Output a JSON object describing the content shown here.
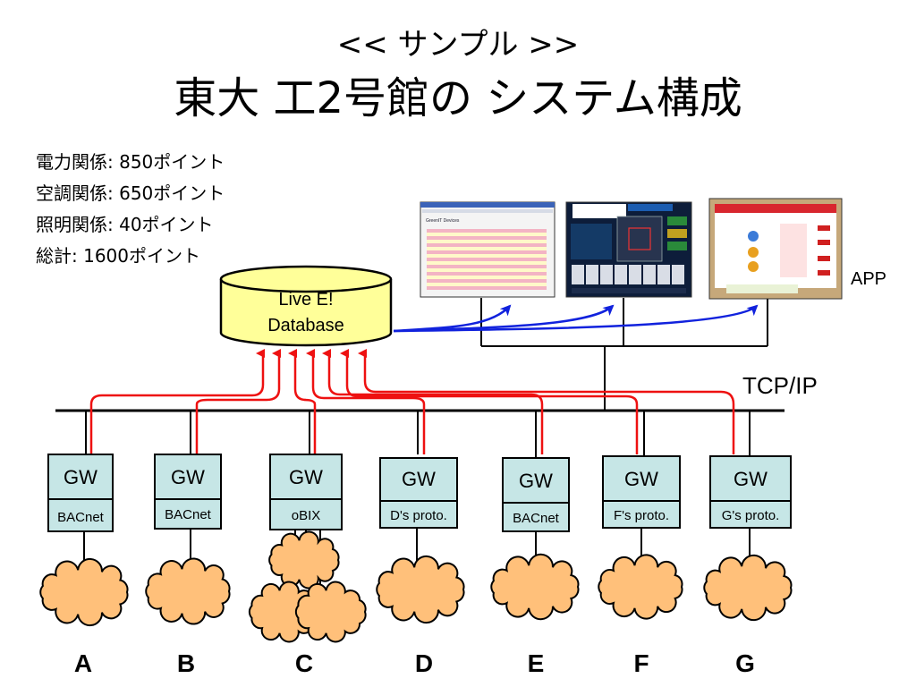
{
  "subtitle": "<< サンプル >>",
  "title": "東大 工2号館の システム構成",
  "stats": [
    "電力関係: 850ポイント",
    "空調関係: 650ポイント",
    "照明関係: 40ポイント",
    "総計: 1600ポイント"
  ],
  "database": {
    "line1": "Live E!",
    "line2": "Database"
  },
  "app_label": "APP",
  "network_label": "TCP/IP",
  "app_screens": [
    {
      "caption": "GreenIT Devices",
      "kind": "web"
    },
    {
      "caption": "",
      "kind": "floor"
    },
    {
      "caption": "",
      "kind": "energy"
    }
  ],
  "gateways": [
    {
      "label": "GW",
      "protocol": "BACnet",
      "site": "A"
    },
    {
      "label": "GW",
      "protocol": "BACnet",
      "site": "B"
    },
    {
      "label": "GW",
      "protocol": "oBIX",
      "site": "C"
    },
    {
      "label": "GW",
      "protocol": "D's proto.",
      "site": "D"
    },
    {
      "label": "GW",
      "protocol": "BACnet",
      "site": "E"
    },
    {
      "label": "GW",
      "protocol": "F's proto.",
      "site": "F"
    },
    {
      "label": "GW",
      "protocol": "G's proto.",
      "site": "G"
    }
  ],
  "colors": {
    "db_fill": "#ffff99",
    "gw_fill": "#c6e6e6",
    "cloud_fill": "#ffc07a",
    "data_flow": "#ee1111",
    "app_flow": "#1122dd"
  }
}
